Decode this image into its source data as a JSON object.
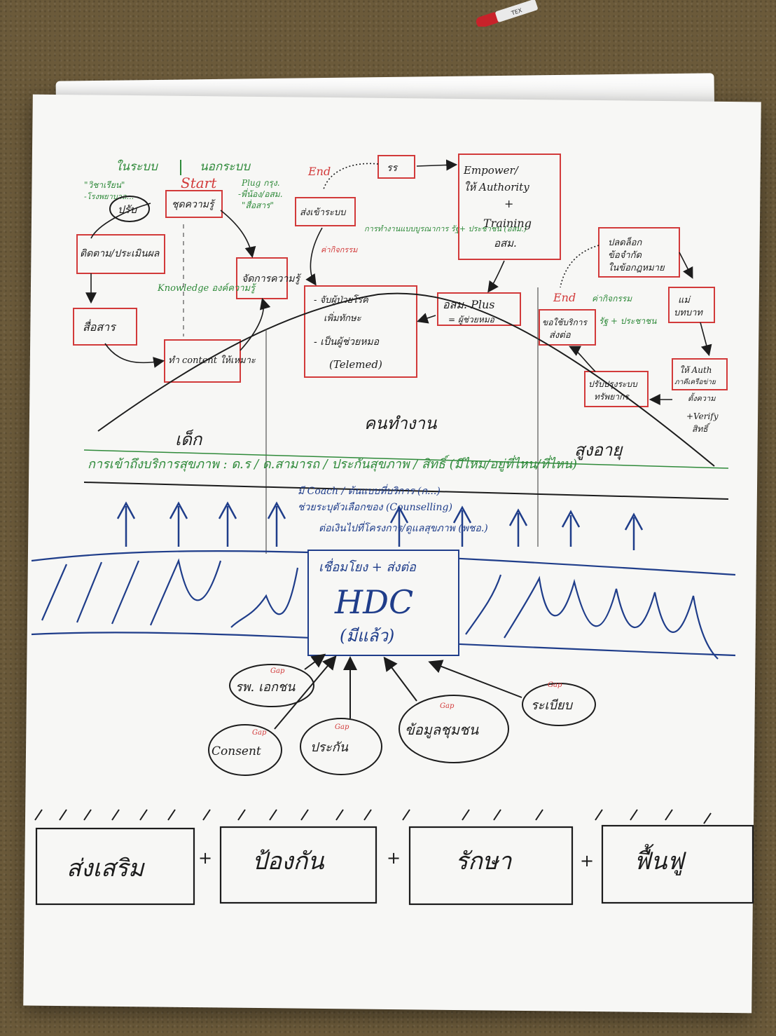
{
  "colors": {
    "paper": "#f7f7f5",
    "red_ink": "#d23a3a",
    "green_ink": "#2f8a3a",
    "blue_ink": "#1f3d8a",
    "black_ink": "#1c1c1c"
  },
  "cycle_left": {
    "header_in": "ในระบบ",
    "header_out": "นอกระบบ",
    "start": "Start",
    "notes_left": [
      "\"วิชาเรียน\"",
      "-โรงพยาบาล..."
    ],
    "notes_right": [
      "Plug กรุง.",
      "-พี่น้อง/อสม.",
      "\"สื่อสาร\""
    ],
    "box_fix": "ปรับ",
    "box_data": "ชุดความรู้",
    "box_follow": "ติดตาม/ประเมินผล",
    "box_manage": "จัดการความรู้",
    "box_comm": "สื่อสาร",
    "box_content": "ทำ content ให้เหมาะ",
    "knowledge": "Knowledge องค์ความรู้"
  },
  "cycle_mid": {
    "end": "End",
    "box_rr": "รร",
    "box_send": "ส่งเข้าระบบ",
    "note_health": "การทำงานแบบบูรณาการ รัฐ+ ประชาชน (อสม.)",
    "note_kam": "ค่ากิจกรรม",
    "box_empower": [
      "Empower/",
      "ให้ Authority",
      "+",
      "Training",
      "อสม."
    ],
    "box_screen": [
      "- จับผู้ป่วยโรค",
      "เพิ่มทักษะ",
      "- เป็นผู้ช่วยหมอ",
      "(Telemed)"
    ],
    "box_plus": [
      "อสม. Plus",
      "= ผู้ช่วยหมอ"
    ]
  },
  "cycle_right": {
    "end": "End",
    "box_top": [
      "ปลดล็อก",
      "ข้อจำกัด",
      "ในข้อกฎหมาย"
    ],
    "box_mae": [
      "แม่",
      "บทบาท"
    ],
    "note_kam": "ค่ากิจกรรม",
    "note_gov": "รัฐ + ประชาชน",
    "box_send": [
      "ขอใช้บริการ",
      "ส่งต่อ"
    ],
    "box_auth": [
      "ให้ Auth",
      "ภาคีเครือข่าย"
    ],
    "box_train": [
      "ปรับปรุงระบบ",
      "ทรัพยากร"
    ],
    "note_verify": [
      "ตั้งความ",
      "+Verify",
      "สิทธิ์"
    ]
  },
  "age_groups": {
    "child": "เด็ก",
    "worker": "คนทำงาน",
    "elder": "สูงอายุ"
  },
  "access_line": "การเข้าถึงบริการสุขภาพ : ด.ร / ด.สามารถ / ประกันสุขภาพ / สิทธิ์ (มีไหม/อยู่ที่ไหน/ที่ไหน)",
  "blue_lines": [
    "มี Coach / ต้นแบบที่บริการ (ก...)",
    "ช่วยระบุตัวเลือกของ (Counselling)",
    "ต่อเงินไปที่โครงการ/ดูแลสุขภาพ (พชอ.)"
  ],
  "hdc": {
    "top": "เชื่อมโยง + ส่งต่อ",
    "title": "HDC",
    "sub": "(มีแล้ว)"
  },
  "gap_label": "Gap",
  "sources": {
    "private": "รพ. เอกชน",
    "consent": "Consent",
    "insurance": "ประกัน",
    "community": "ข้อมูลชุมชน",
    "registry": "ระเบียบ"
  },
  "bottom_boxes": [
    "ส่งเสริม",
    "ป้องกัน",
    "รักษา",
    "ฟื้นฟู"
  ],
  "plus": "+",
  "marker_label": "TEX"
}
